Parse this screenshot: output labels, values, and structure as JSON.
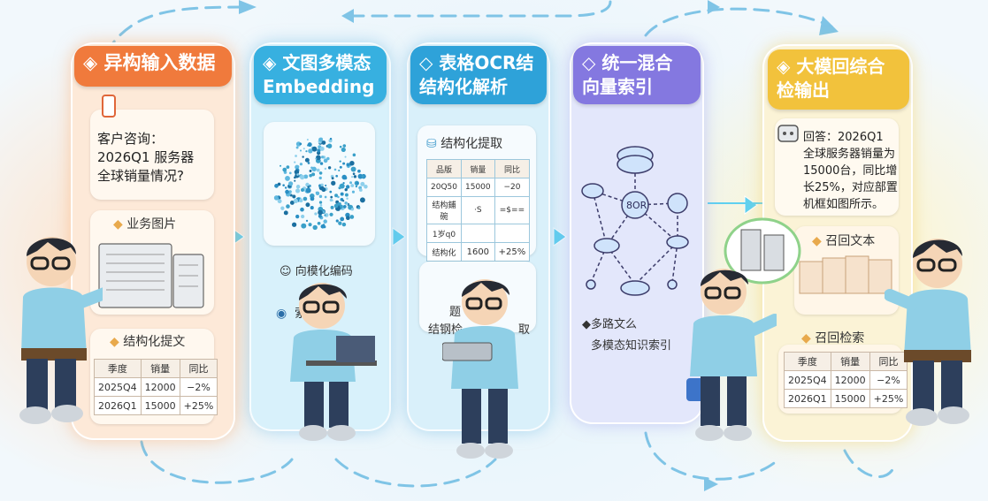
{
  "colors": {
    "orange": "#f07a3c",
    "blue": "#37b0e0",
    "purple": "#8478e0",
    "yellow": "#f2c23c"
  },
  "stage1": {
    "title": "◈ 异构输入数据",
    "query": "客户咨询：\n2026Q1 服务器\n全球销量情况?",
    "image_label": "业务图片",
    "doc_label": "结构化提文",
    "table": {
      "headers": [
        "季度",
        "销量",
        "同比"
      ],
      "rows": [
        [
          "2025Q4",
          "12000",
          "−2%"
        ],
        [
          "2026Q1",
          "15000",
          "+25%"
        ]
      ]
    }
  },
  "stage2": {
    "title": "◈ 文图多模态\nEmbedding",
    "vector_label": "向模化编码",
    "index_label": "索取"
  },
  "stage3": {
    "title": "◇ 表格OCR结\n结构化解析",
    "extract_label": "结构化提取",
    "table": {
      "headers": [
        "品版",
        "销量",
        "同比"
      ],
      "rows": [
        [
          "20Q50",
          "15000",
          "−20"
        ],
        [
          "结构鋪碗",
          "·S",
          "=$=="
        ],
        [
          "1岁q0",
          "",
          ""
        ],
        [
          "结构化",
          "1600",
          "+25%"
        ]
      ]
    },
    "bottom_label": "结钢检",
    "bottom_label2": "题",
    "bottom_label3": "取"
  },
  "stage4": {
    "title": "◇ 统一混合\n向量索引",
    "node_label": "8OR",
    "caption1": "◆多路文么",
    "caption2": "多模态知识索引"
  },
  "stage5": {
    "title": "◈ 大模回综合\n检输出",
    "answer": "回答：2026Q1\n全球服务器销量为\n15000台，同比增\n长25%，对应部置\n机框如图所示。",
    "recall_text": "召回文本",
    "recall_table": "召回检索",
    "table": {
      "headers": [
        "季度",
        "销量",
        "同比"
      ],
      "rows": [
        [
          "2025Q4",
          "12000",
          "−2%"
        ],
        [
          "2026Q1",
          "15000",
          "+25%"
        ]
      ]
    }
  }
}
